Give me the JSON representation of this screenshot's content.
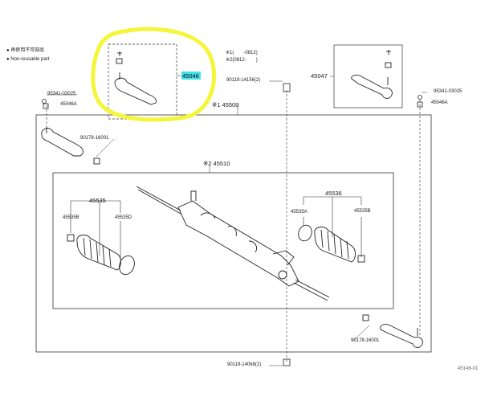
{
  "legend": {
    "non_reusable_jp": "● 再使用不可部品",
    "non_reusable_en": "● Non-reusable part"
  },
  "notes": {
    "note1": "※1(　　-0812)",
    "note2": "※2(0812-　　)"
  },
  "highlight": {
    "color": "#46e0ea",
    "circle_color": "#f5f53a"
  },
  "parts": {
    "p45046": "45046",
    "p45047": "45047",
    "p9534103025_left": "95341-03025",
    "p9534103025_right": "95341-03025",
    "p45046A_left": "45046A",
    "p45046A_right": "45046A",
    "p9011914156": "90119-14156(2)",
    "p45500": "※1 45500",
    "p9017816001_top": "90178-16001",
    "p9017816001_bottom": "90178-16001",
    "p45510": "※2 45510",
    "p45535": "45535",
    "p45535B_left": "45535B",
    "p45535D": "45535D",
    "p45536": "45536",
    "p45535A": "45535A",
    "p45535B_right": "45535B",
    "p9011914068": "90119-14068(2)",
    "code": "45146-01"
  }
}
